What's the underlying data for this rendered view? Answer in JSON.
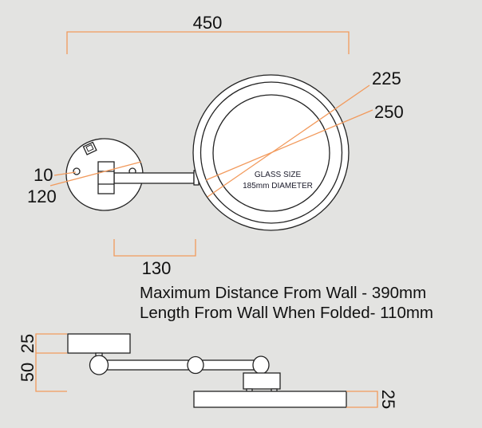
{
  "dimensions": {
    "overall_width": "450",
    "outer_diameter_1": "225",
    "outer_diameter_2": "250",
    "hole_offset": "10",
    "plate_diameter": "120",
    "arm_length": "130",
    "plate_depth": "25",
    "arm_height": "50",
    "mirror_depth": "25"
  },
  "glass": {
    "line1": "GLASS SIZE",
    "line2": "185mm DIAMETER"
  },
  "notes": {
    "max_distance": "Maximum Distance From Wall - 390mm",
    "folded_length": "Length From Wall When Folded- 110mm"
  },
  "colors": {
    "dimension_line": "#f29a5c",
    "background": "#e3e3e1"
  }
}
